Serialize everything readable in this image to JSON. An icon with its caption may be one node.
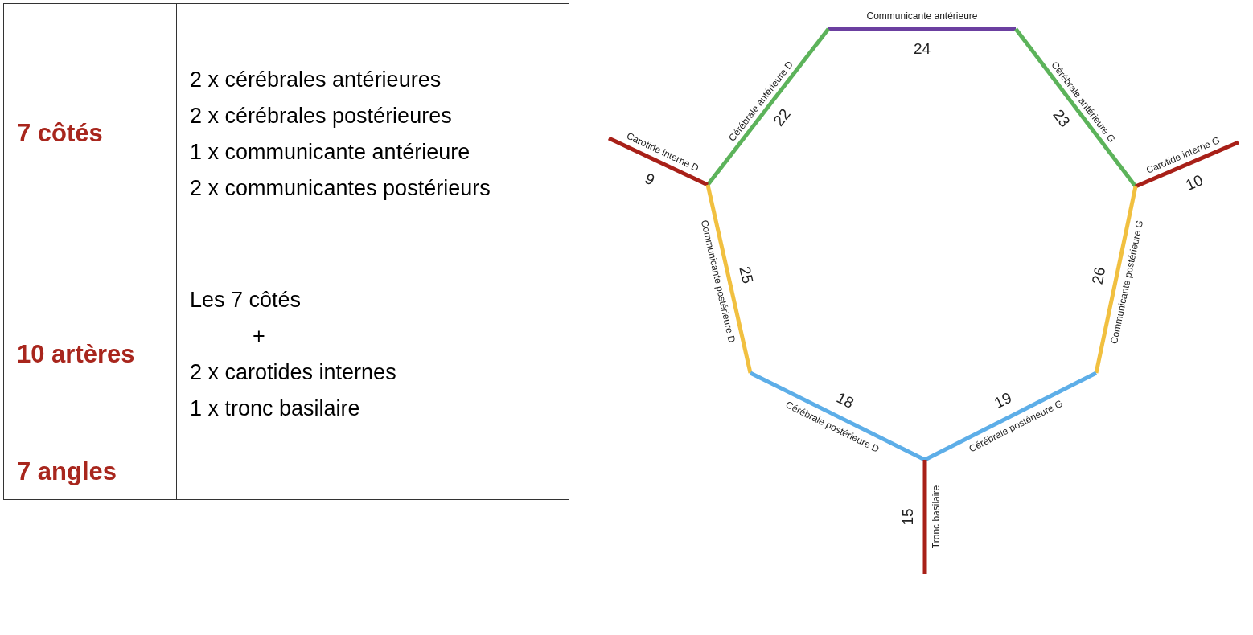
{
  "diagram": {
    "labels": [
      "7 côtés",
      "2 x cérébrales antérieures",
      "2 x cérébrales postérieures",
      "1 x communicante antérieure",
      "2 x communicantes postérieurs",
      "10 artères",
      "Les 7 côtés",
      "+",
      "2 x carotides internes",
      "1 x tronc basilaire",
      "7 angles",
      "Communicante antérieure",
      "24",
      "Cérébrale antérieure D",
      "22",
      "Cérébrale antérieure G",
      "23",
      "Carotide interne D",
      "9",
      "Carotide interne G",
      "10",
      "Communicante postérieure D",
      "25",
      "Communicante postérieure G",
      "26",
      "Cérébrale postérieure D",
      "18",
      "Cérébrale postérieure G",
      "19",
      "Tronc basilaire",
      "15"
    ]
  }
}
